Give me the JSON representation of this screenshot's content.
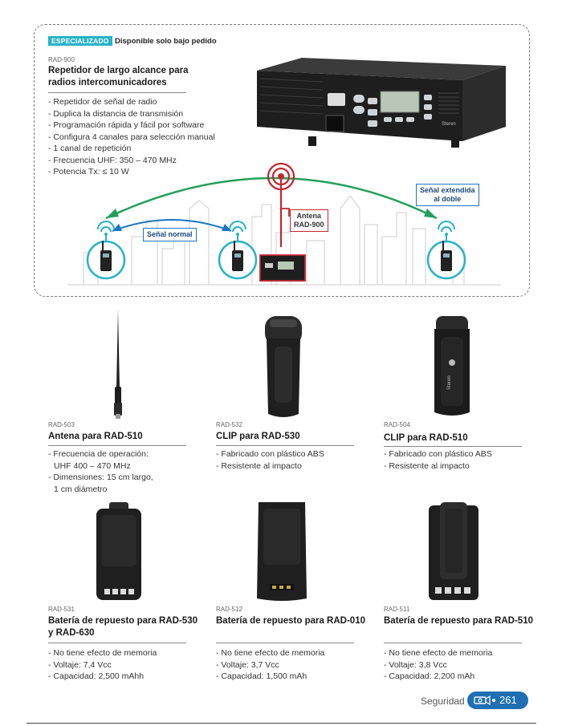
{
  "featured": {
    "badge": "ESPECIALIZADO",
    "badge_note": "Disponible solo bajo pedido",
    "code": "RAD-900",
    "title_lines": [
      "Repetidor de largo alcance para",
      "radios intercomunicadores"
    ],
    "features": [
      "- Repetidor de señal de radio",
      "- Duplica la distancia de transmisión",
      "- Programación rápida y fácil por software",
      "- Configura 4 canales para selección manual",
      "- 1 canal de repetición",
      "- Frecuencia UHF: 350 – 470 MHz",
      "- Potencia Tx: ≤ 10 W"
    ],
    "device_brand": "Steren"
  },
  "diagram": {
    "label_normal": "Señal normal",
    "label_extended": [
      "Señal extendida",
      "al doble"
    ],
    "label_antenna": [
      "Antena",
      "RAD-900"
    ],
    "accent_green": "#22a05a",
    "accent_blue": "#1a75c4",
    "accent_red": "#c4262e",
    "accent_teal": "#27b3c8"
  },
  "products": [
    {
      "code": "RAD-503",
      "title": [
        "Antena para RAD-510"
      ],
      "features": [
        "- Frecuencia de operación:",
        "  UHF 400 – 470 MHz",
        "- Dimensiones: 15 cm largo,",
        "  1 cm diámetro"
      ]
    },
    {
      "code": "RAD-532",
      "title": [
        "CLIP para RAD-530"
      ],
      "features": [
        "- Fabricado con plástico ABS",
        "- Resistente al impacto"
      ]
    },
    {
      "code": "RAD-504",
      "title": [
        "CLIP para RAD-510"
      ],
      "features": [
        "- Fabricado con plástico ABS",
        "- Resistente al impacto"
      ],
      "brand": "Steren"
    },
    {
      "code": "RAD-531",
      "title": [
        "Batería de repuesto para RAD-530",
        "y RAD-630"
      ],
      "features": [
        "- No tiene efecto de  memoria",
        "- Voltaje: 7,4 Vcc",
        "- Capacidad: 2,500 mAhh"
      ]
    },
    {
      "code": "RAD-512",
      "title": [
        "Batería de repuesto para RAD-010"
      ],
      "features": [
        "- No tiene efecto de memoria",
        "- Voltaje: 3,7 Vcc",
        "- Capacidad: 1,500 mAh"
      ]
    },
    {
      "code": "RAD-511",
      "title": [
        "Batería de repuesto para RAD-510"
      ],
      "features": [
        "- No tiene efecto de memoria",
        "- Voltaje: 3,8 Vcc",
        "- Capacidad: 2,200 mAh"
      ]
    }
  ],
  "footer": {
    "section": "Seguridad",
    "page_number": "261",
    "icon": "camera-icon"
  }
}
